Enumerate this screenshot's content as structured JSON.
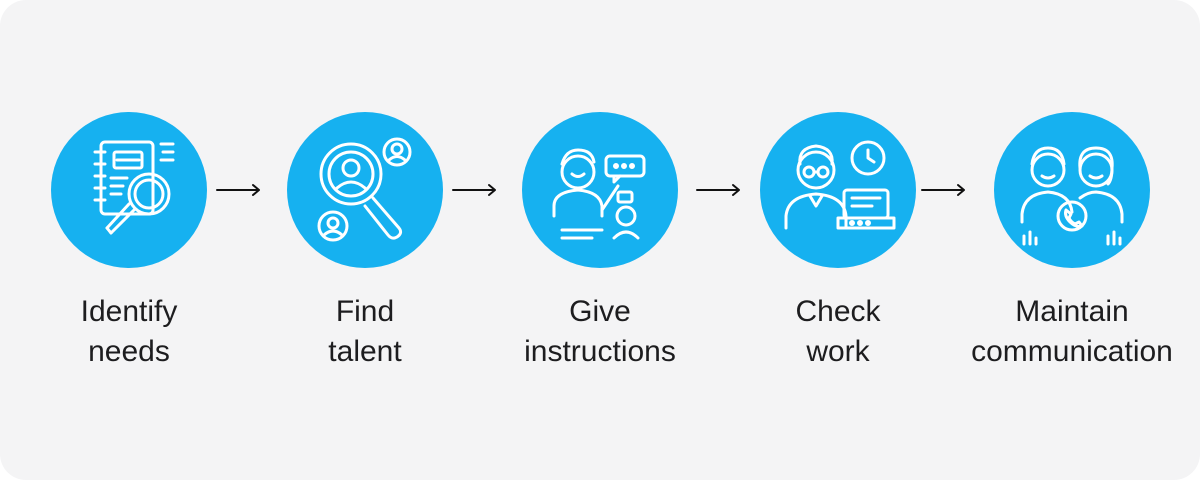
{
  "colors": {
    "panel": "#f4f4f5",
    "circle": "#16b1f0",
    "text": "#1d1d1f",
    "arrow": "#111111"
  },
  "steps": [
    {
      "icon": "notebook-magnifier-icon",
      "line1": "Identify",
      "line2": "needs"
    },
    {
      "icon": "talent-search-icon",
      "line1": "Find",
      "line2": "talent"
    },
    {
      "icon": "instructions-chat-icon",
      "line1": "Give",
      "line2": "instructions"
    },
    {
      "icon": "work-review-clock-icon",
      "line1": "Check",
      "line2": "work"
    },
    {
      "icon": "communication-call-icon",
      "line1": "Maintain",
      "line2": "communication"
    }
  ]
}
